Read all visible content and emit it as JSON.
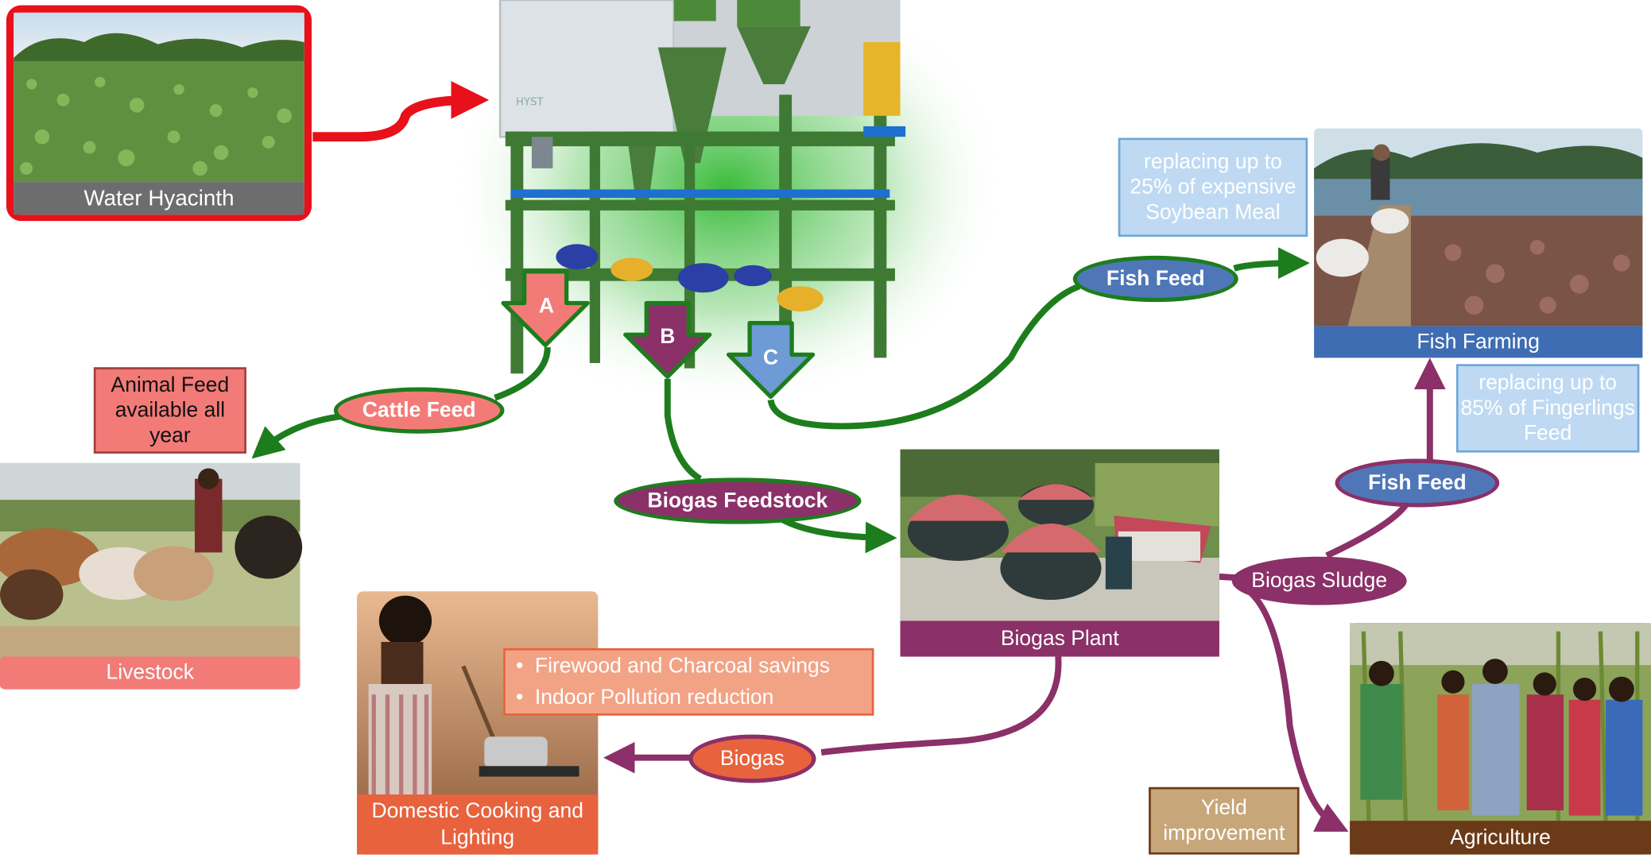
{
  "nodes": {
    "water_hyacinth": "Water Hyacinth",
    "livestock": "Livestock",
    "fish_farming": "Fish Farming",
    "biogas_plant": "Biogas Plant",
    "domestic_cooking": "Domestic Cooking and Lighting",
    "agriculture": "Agriculture"
  },
  "outputs": {
    "a": "A",
    "b": "B",
    "c": "C"
  },
  "flows": {
    "cattle_feed": "Cattle Feed",
    "biogas_feedstock": "Biogas Feedstock",
    "fish_feed_top": "Fish Feed",
    "fish_feed_right": "Fish Feed",
    "biogas_sludge": "Biogas Sludge",
    "biogas": "Biogas"
  },
  "notes": {
    "animal_feed": "Animal Feed available all year",
    "soybean": "replacing up to 25% of expensive Soybean Meal",
    "fingerlings": "replacing up to 85% of Fingerlings Feed",
    "yield": "Yield improvement",
    "benefits": [
      "Firewood and Charcoal savings",
      "Indoor Pollution reduction"
    ]
  },
  "machine_brand": "HYST",
  "colors": {
    "red": "#e8101a",
    "green": "#1d7d1d",
    "purple": "#8b3068",
    "salmon": "#f27b78",
    "blue": "#4f77b8",
    "light_blue": "#bfd9f2",
    "brown": "#6b3a18",
    "tan": "#c7a77a",
    "orange": "#e8623d"
  }
}
